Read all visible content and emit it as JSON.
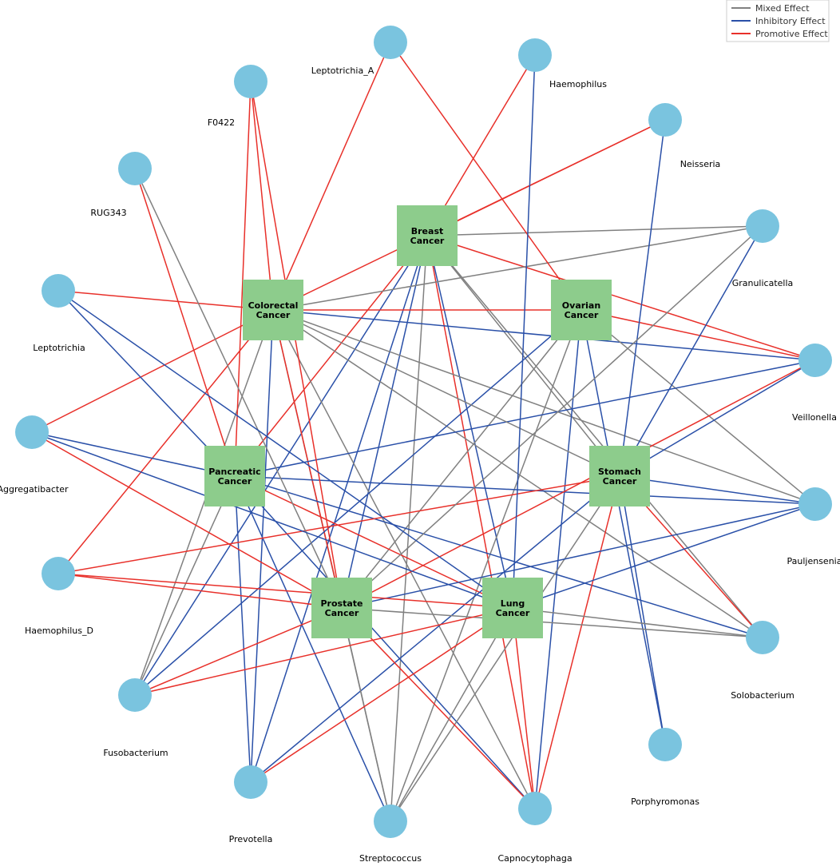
{
  "legend": {
    "items": [
      {
        "key": "mixed",
        "label": "Mixed Effect"
      },
      {
        "key": "inhibitory",
        "label": "Inhibitory Effect"
      },
      {
        "key": "promotive",
        "label": "Promotive Effect"
      }
    ]
  },
  "colors": {
    "mixed": "#808080",
    "inhibitory": "#2a50a8",
    "promotive": "#e8302a",
    "bacteria_node": "#7ac4df",
    "cancer_node": "#8dcc8c"
  },
  "cancers": [
    {
      "id": "breast",
      "lines": [
        "Breast",
        "Cancer"
      ]
    },
    {
      "id": "colorectal",
      "lines": [
        "Colorectal",
        "Cancer"
      ]
    },
    {
      "id": "ovarian",
      "lines": [
        "Ovarian",
        "Cancer"
      ]
    },
    {
      "id": "pancreatic",
      "lines": [
        "Pancreatic",
        "Cancer"
      ]
    },
    {
      "id": "stomach",
      "lines": [
        "Stomach",
        "Cancer"
      ]
    },
    {
      "id": "prostate",
      "lines": [
        "Prostate",
        "Cancer"
      ]
    },
    {
      "id": "lung",
      "lines": [
        "Lung",
        "Cancer"
      ]
    }
  ],
  "bacteria": [
    {
      "id": "leptotrichia_a",
      "label": "Leptotrichia_A"
    },
    {
      "id": "haemophilus",
      "label": "Haemophilus"
    },
    {
      "id": "f0422",
      "label": "F0422"
    },
    {
      "id": "neisseria",
      "label": "Neisseria"
    },
    {
      "id": "rug343",
      "label": "RUG343"
    },
    {
      "id": "granulicatella",
      "label": "Granulicatella"
    },
    {
      "id": "leptotrichia",
      "label": "Leptotrichia"
    },
    {
      "id": "veillonella",
      "label": "Veillonella"
    },
    {
      "id": "aggregatibacter",
      "label": "Aggregatibacter"
    },
    {
      "id": "pauljensenia",
      "label": "Pauljensenia"
    },
    {
      "id": "haemophilus_d",
      "label": "Haemophilus_D"
    },
    {
      "id": "solobacterium",
      "label": "Solobacterium"
    },
    {
      "id": "fusobacterium",
      "label": "Fusobacterium"
    },
    {
      "id": "porphyromonas",
      "label": "Porphyromonas"
    },
    {
      "id": "prevotella",
      "label": "Prevotella"
    },
    {
      "id": "streptococcus",
      "label": "Streptococcus"
    },
    {
      "id": "capnocytophaga",
      "label": "Capnocytophaga"
    }
  ],
  "edges": [
    [
      "breast",
      "neisseria",
      "promotive"
    ],
    [
      "breast",
      "haemophilus",
      "promotive"
    ],
    [
      "breast",
      "granulicatella",
      "mixed"
    ],
    [
      "breast",
      "stomach",
      "mixed"
    ],
    [
      "breast",
      "pancreatic",
      "promotive"
    ],
    [
      "breast",
      "prostate",
      "inhibitory"
    ],
    [
      "breast",
      "lung",
      "inhibitory"
    ],
    [
      "breast",
      "streptococcus",
      "mixed"
    ],
    [
      "breast",
      "solobacterium",
      "mixed"
    ],
    [
      "breast",
      "capnocytophaga",
      "promotive"
    ],
    [
      "breast",
      "veillonella",
      "promotive"
    ],
    [
      "breast",
      "fusobacterium",
      "inhibitory"
    ],
    [
      "breast",
      "prevotella",
      "inhibitory"
    ],
    [
      "colorectal",
      "leptotrichia_a",
      "promotive"
    ],
    [
      "colorectal",
      "f0422",
      "promotive"
    ],
    [
      "colorectal",
      "leptotrichia",
      "promotive"
    ],
    [
      "colorectal",
      "aggregatibacter",
      "promotive"
    ],
    [
      "colorectal",
      "haemophilus_d",
      "promotive"
    ],
    [
      "colorectal",
      "veillonella",
      "inhibitory"
    ],
    [
      "colorectal",
      "granulicatella",
      "mixed"
    ],
    [
      "colorectal",
      "pauljensenia",
      "mixed"
    ],
    [
      "colorectal",
      "solobacterium",
      "mixed"
    ],
    [
      "colorectal",
      "fusobacterium",
      "mixed"
    ],
    [
      "colorectal",
      "prevotella",
      "inhibitory"
    ],
    [
      "colorectal",
      "streptococcus",
      "mixed"
    ],
    [
      "colorectal",
      "prostate",
      "promotive"
    ],
    [
      "colorectal",
      "ovarian",
      "promotive"
    ],
    [
      "colorectal",
      "capnocytophaga",
      "mixed"
    ],
    [
      "colorectal",
      "neisseria",
      "promotive"
    ],
    [
      "ovarian",
      "leptotrichia_a",
      "promotive"
    ],
    [
      "ovarian",
      "veillonella",
      "promotive"
    ],
    [
      "ovarian",
      "fusobacterium",
      "inhibitory"
    ],
    [
      "ovarian",
      "prostate",
      "mixed"
    ],
    [
      "ovarian",
      "streptococcus",
      "mixed"
    ],
    [
      "ovarian",
      "capnocytophaga",
      "inhibitory"
    ],
    [
      "ovarian",
      "pauljensenia",
      "mixed"
    ],
    [
      "ovarian",
      "porphyromonas",
      "inhibitory"
    ],
    [
      "pancreatic",
      "rug343",
      "promotive"
    ],
    [
      "pancreatic",
      "leptotrichia",
      "inhibitory"
    ],
    [
      "pancreatic",
      "aggregatibacter",
      "inhibitory"
    ],
    [
      "pancreatic",
      "veillonella",
      "inhibitory"
    ],
    [
      "pancreatic",
      "pauljensenia",
      "inhibitory"
    ],
    [
      "pancreatic",
      "solobacterium",
      "inhibitory"
    ],
    [
      "pancreatic",
      "fusobacterium",
      "mixed"
    ],
    [
      "pancreatic",
      "prevotella",
      "inhibitory"
    ],
    [
      "pancreatic",
      "streptococcus",
      "inhibitory"
    ],
    [
      "pancreatic",
      "lung",
      "promotive"
    ],
    [
      "pancreatic",
      "f0422",
      "promotive"
    ],
    [
      "pancreatic",
      "capnocytophaga",
      "inhibitory"
    ],
    [
      "stomach",
      "neisseria",
      "inhibitory"
    ],
    [
      "stomach",
      "granulicatella",
      "inhibitory"
    ],
    [
      "stomach",
      "veillonella",
      "inhibitory"
    ],
    [
      "stomach",
      "pauljensenia",
      "inhibitory"
    ],
    [
      "stomach",
      "solobacterium",
      "promotive"
    ],
    [
      "stomach",
      "porphyromonas",
      "inhibitory"
    ],
    [
      "stomach",
      "capnocytophaga",
      "promotive"
    ],
    [
      "stomach",
      "haemophilus_d",
      "promotive"
    ],
    [
      "stomach",
      "prevotella",
      "inhibitory"
    ],
    [
      "stomach",
      "streptococcus",
      "mixed"
    ],
    [
      "stomach",
      "colorectal",
      "mixed"
    ],
    [
      "prostate",
      "rug343",
      "mixed"
    ],
    [
      "prostate",
      "f0422",
      "promotive"
    ],
    [
      "prostate",
      "aggregatibacter",
      "promotive"
    ],
    [
      "prostate",
      "haemophilus_d",
      "promotive"
    ],
    [
      "prostate",
      "fusobacterium",
      "promotive"
    ],
    [
      "prostate",
      "solobacterium",
      "mixed"
    ],
    [
      "prostate",
      "pauljensenia",
      "inhibitory"
    ],
    [
      "prostate",
      "streptococcus",
      "mixed"
    ],
    [
      "prostate",
      "capnocytophaga",
      "promotive"
    ],
    [
      "prostate",
      "granulicatella",
      "mixed"
    ],
    [
      "prostate",
      "veillonella",
      "promotive"
    ],
    [
      "lung",
      "haemophilus",
      "inhibitory"
    ],
    [
      "lung",
      "leptotrichia",
      "inhibitory"
    ],
    [
      "lung",
      "haemophilus_d",
      "promotive"
    ],
    [
      "lung",
      "fusobacterium",
      "promotive"
    ],
    [
      "lung",
      "prevotella",
      "promotive"
    ],
    [
      "lung",
      "streptococcus",
      "mixed"
    ],
    [
      "lung",
      "capnocytophaga",
      "promotive"
    ],
    [
      "lung",
      "solobacterium",
      "mixed"
    ],
    [
      "lung",
      "pauljensenia",
      "inhibitory"
    ],
    [
      "lung",
      "aggregatibacter",
      "inhibitory"
    ]
  ]
}
